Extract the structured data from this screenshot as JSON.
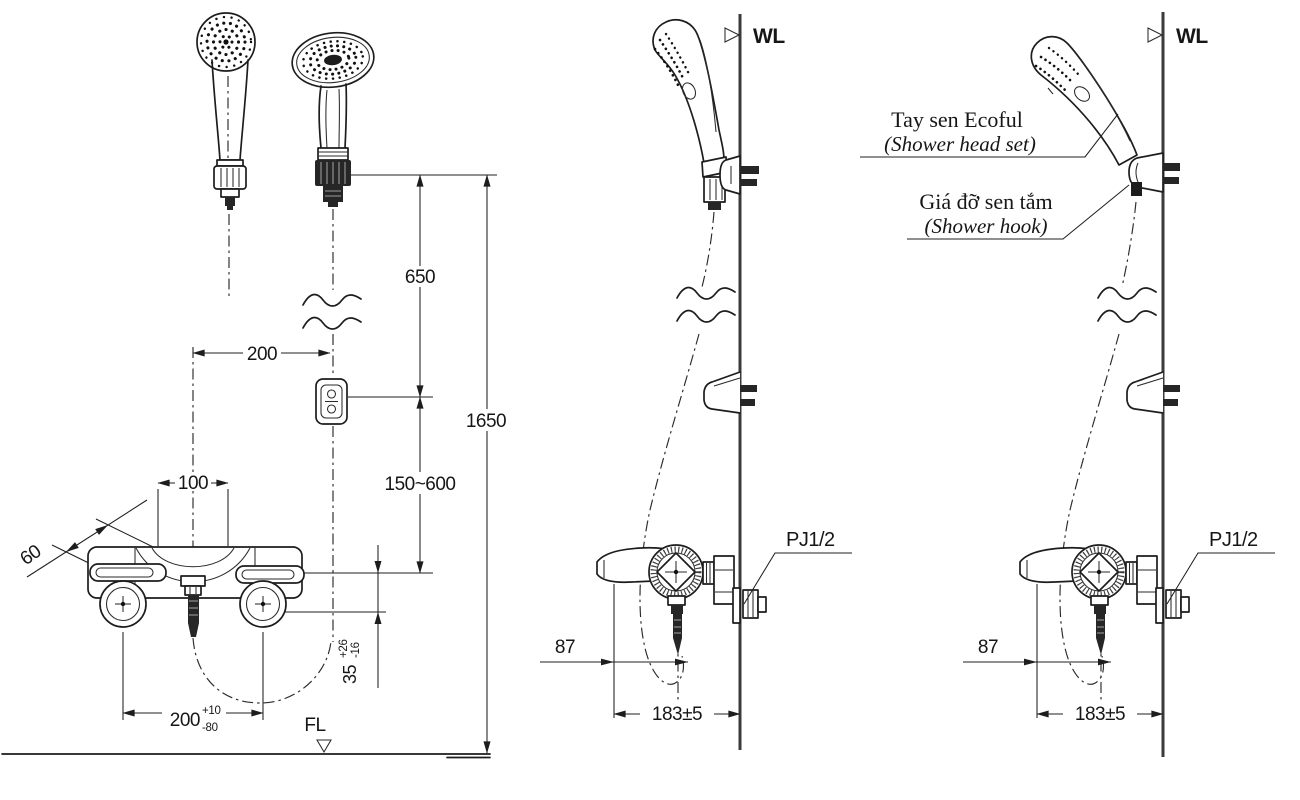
{
  "drawing": {
    "front_view": {
      "dim_head_top_height": "650",
      "dim_total_height": "1650",
      "dim_hook_offset": "200",
      "dim_hook_range": "150~600",
      "dim_handle_width": "100",
      "dim_handle_length": "60",
      "dim_outlet_drop": "35",
      "dim_outlet_drop_tol_plus": "+26",
      "dim_outlet_drop_tol_minus": "-16",
      "dim_valve_pitch": "200",
      "dim_valve_pitch_tol_plus": "+10",
      "dim_valve_pitch_tol_minus": "-80",
      "floor_label": "FL"
    },
    "side_view": {
      "wall_label": "WL",
      "dim_handle_depth": "87",
      "dim_total_depth": "183±5",
      "pipe_joint_label": "PJ1/2"
    },
    "side_view_labeled": {
      "wall_label": "WL",
      "dim_handle_depth": "87",
      "dim_total_depth": "183±5",
      "pipe_joint_label": "PJ1/2",
      "callout_shower_head_vi": "Tay sen Ecoful",
      "callout_shower_head_en": "(Shower head set)",
      "callout_hook_vi": "Giá đỡ sen tắm",
      "callout_hook_en": "(Shower hook)"
    }
  }
}
